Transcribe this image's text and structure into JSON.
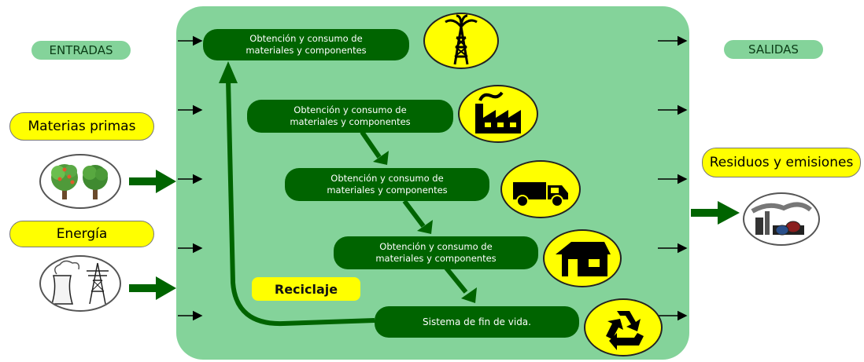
{
  "labels": {
    "entradas": "ENTRADAS",
    "salidas": "SALIDAS",
    "materias_primas": "Materias primas",
    "energia": "Energía",
    "residuos": "Residuos y emisiones",
    "reciclaje": "Reciclaje"
  },
  "stages": [
    {
      "line1": "Obtención y consumo de",
      "line2": "materiales y componentes",
      "icon": "oil-well-icon"
    },
    {
      "line1": "Obtención y consumo de",
      "line2": "materiales y componentes",
      "icon": "factory-icon"
    },
    {
      "line1": "Obtención y consumo de",
      "line2": "materiales y componentes",
      "icon": "truck-icon"
    },
    {
      "line1": "Obtención y consumo de",
      "line2": "materiales y componentes",
      "icon": "house-icon"
    }
  ],
  "end_of_life": {
    "label": "Sistema de fin de vida.",
    "icon": "recycle-icon"
  },
  "colors": {
    "panel": "#84d39a",
    "stage": "#006400",
    "highlight": "#ffff00",
    "arrow": "#006400"
  }
}
